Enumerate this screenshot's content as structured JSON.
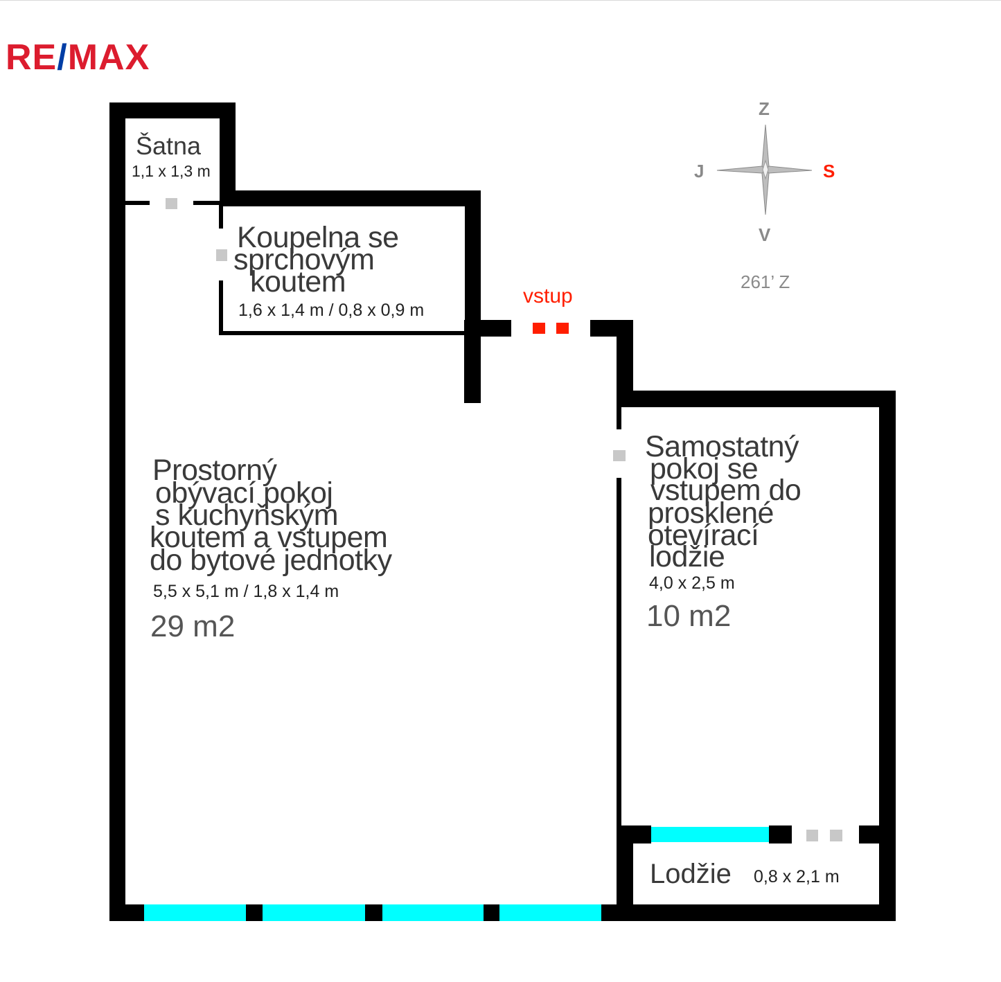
{
  "brand": {
    "re": "RE",
    "slash": "/",
    "max": "MAX"
  },
  "compass": {
    "north": "Z",
    "south": "V",
    "west": "J",
    "east": "S",
    "bearing": "261’ Z"
  },
  "entrance": {
    "label": "vstup"
  },
  "rooms": {
    "satna": {
      "name": "Šatna",
      "dims": "1,1 x 1,3 m"
    },
    "koupelna": {
      "name_lines": [
        "Koupelna se",
        "sprchovým",
        "koutem"
      ],
      "dims": "1,6 x 1,4 m / 0,8 x 0,9 m"
    },
    "obyvaci": {
      "name_lines": [
        "Prostorný",
        "obývací pokoj",
        "s kuchyňským",
        "koutem a vstupem",
        "do bytové jednotky"
      ],
      "dims": "5,5 x 5,1 m / 1,8 x 1,4 m",
      "area": "29 m2"
    },
    "pokoj": {
      "name_lines": [
        "Samostatný",
        "pokoj se",
        "vstupem do",
        "prosklené",
        "otevírací",
        "lodžie"
      ],
      "dims": "4,0 x 2,5 m",
      "area": "10 m2"
    },
    "lodzie": {
      "name": "Lodžie",
      "dims": "0,8 x 2,1 m"
    }
  },
  "colors": {
    "wall": "#000000",
    "window": "#00ffff",
    "door": "#c8c8c8",
    "entrance": "#ff1e00",
    "logo_red": "#dc1c2e",
    "logo_blue": "#003da5",
    "compass_east": "#ff1e00"
  }
}
